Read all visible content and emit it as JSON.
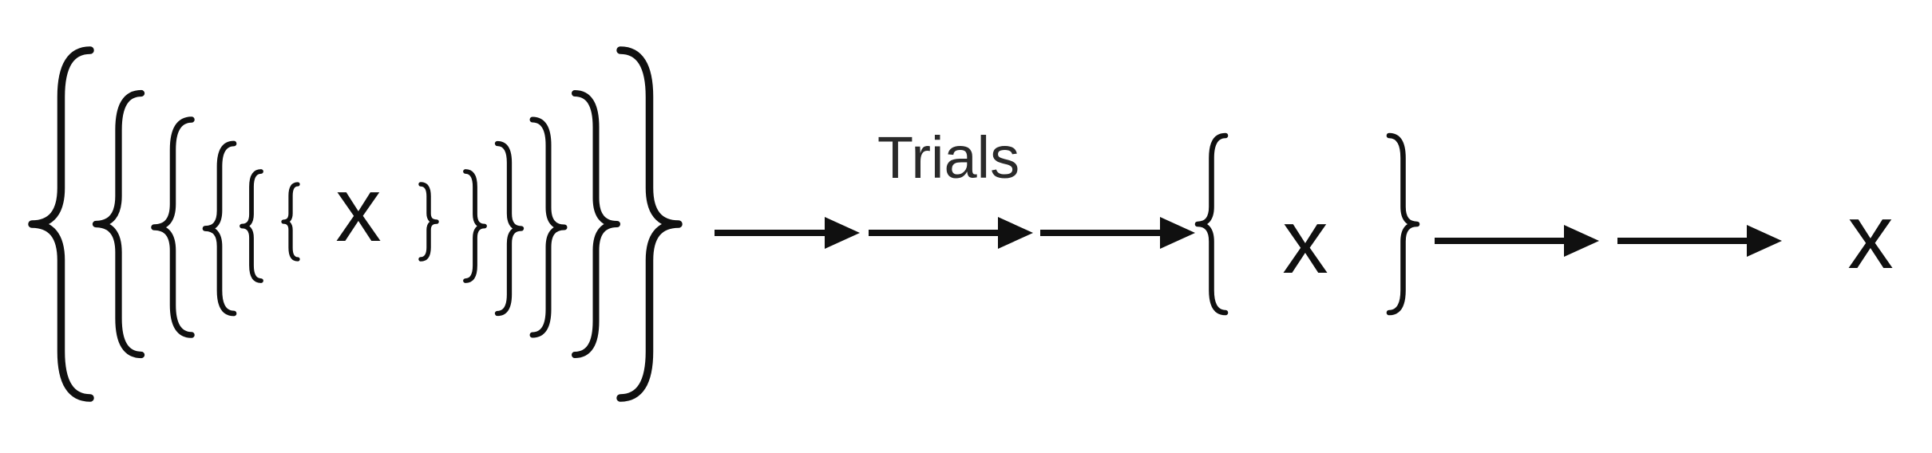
{
  "canvas": {
    "background": "#ffffff",
    "ink_color": "#101010",
    "label_color": "#2a2a2a"
  },
  "diagram": {
    "nested_set": {
      "depth": 6,
      "element": "x"
    },
    "process_label": "Trials",
    "trials_arrow_count": 3,
    "singleton_set": {
      "element": "x"
    },
    "result_arrow_count": 2,
    "final_element": "x"
  }
}
